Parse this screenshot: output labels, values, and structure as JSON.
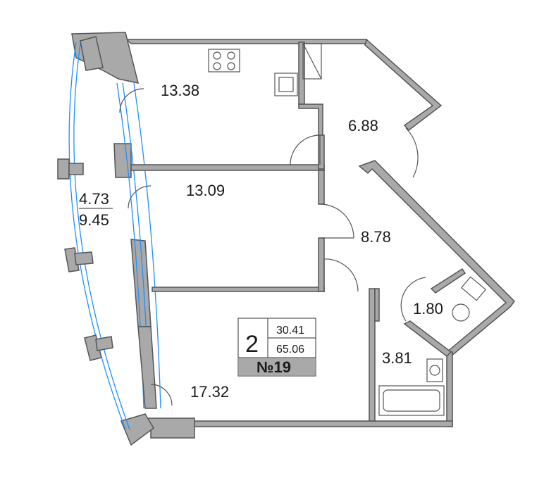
{
  "rooms": {
    "kitchen": "13.38",
    "hall": "6.88",
    "bedroom": "13.09",
    "corridor": "8.78",
    "balcony_area1": "4.73",
    "balcony_area2": "9.45",
    "toilet": "1.80",
    "bathroom": "3.81",
    "living": "17.32"
  },
  "badge": {
    "rooms_count": "2",
    "living_area": "30.41",
    "total_area": "65.06",
    "apartment_number": "№19"
  },
  "colors": {
    "wall": "#a9a9a9",
    "wall_outline": "#555555",
    "glazing": "#1e90ff",
    "badge_fill": "#a9a9a9"
  }
}
